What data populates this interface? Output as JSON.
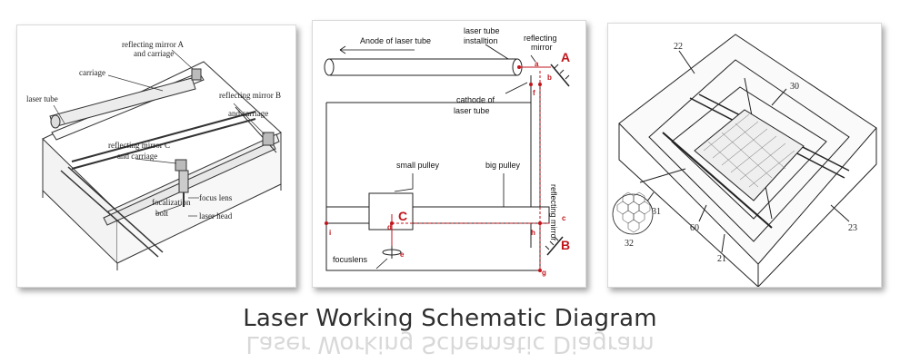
{
  "title": "Laser Working Schematic Diagram",
  "panel1": {
    "labels": {
      "mirror_a_line1": "reflecting mirror A",
      "mirror_a_line2": "and carriage",
      "carriage": "carriage",
      "laser_tube": "laser tube",
      "mirror_b_line1": "reflecting mirror B",
      "mirror_b_line2": "and carriage",
      "mirror_c_line1": "reflecting mirror C",
      "mirror_c_line2": "and carriage",
      "focus_lens": "focus lens",
      "focalization": "focalization",
      "bolt": "bolt",
      "laser_head": "laser head"
    }
  },
  "panel2": {
    "labels": {
      "anode": "Anode of laser tube",
      "tube_install_1": "laser tube",
      "tube_install_2": "installtion",
      "reflecting_1": "reflecting",
      "reflecting_2": "mirror",
      "cathode_1": "cathode of",
      "cathode_2": "laser tube",
      "small_pulley": "small pulley",
      "big_pulley": "big pulley",
      "reflecting_mirror": "reflecting mirror",
      "focuslens": "focuslens"
    },
    "points": {
      "A": "A",
      "B": "B",
      "C": "C",
      "a": "a",
      "b": "b",
      "c": "c",
      "d": "d",
      "e": "e",
      "f": "f",
      "g": "g",
      "h": "h",
      "i": "i"
    },
    "accent": "#c0151b"
  },
  "panel3": {
    "labels": {
      "n22": "22",
      "n30": "30",
      "n31": "31",
      "n32": "32",
      "n60": "60",
      "n21": "21",
      "n23": "23"
    }
  }
}
